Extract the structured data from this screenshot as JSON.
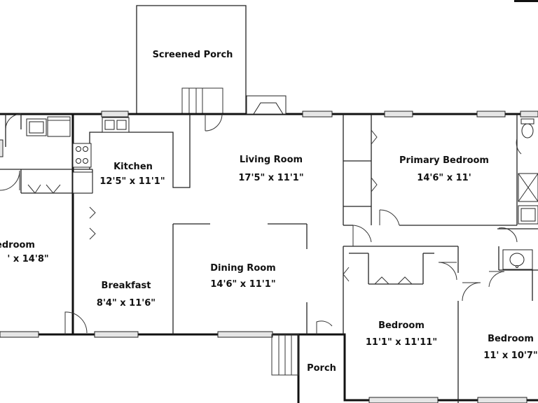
{
  "rooms": [
    {
      "id": "screened-porch",
      "label": "Screened Porch",
      "dims": ""
    },
    {
      "id": "kitchen",
      "label": "Kitchen",
      "dims": "12'5\" x 11'1\""
    },
    {
      "id": "living-room",
      "label": "Living Room",
      "dims": "17'5\" x 11'1\""
    },
    {
      "id": "primary-bedroom",
      "label": "Primary Bedroom",
      "dims": "14'6\" x 11'"
    },
    {
      "id": "bedroom-west",
      "label": "edroom",
      "dims": "' x 14'8\""
    },
    {
      "id": "breakfast",
      "label": "Breakfast",
      "dims": "8'4\" x 11'6\""
    },
    {
      "id": "dining-room",
      "label": "Dining Room",
      "dims": "14'6\" x 11'1\""
    },
    {
      "id": "bedroom-middle",
      "label": "Bedroom",
      "dims": "11'1\" x 11'11\""
    },
    {
      "id": "bedroom-east",
      "label": "Bedroom",
      "dims": "11' x 10'7\""
    },
    {
      "id": "porch",
      "label": "Porch",
      "dims": ""
    }
  ],
  "colors": {
    "wall": "#111111",
    "background": "#ffffff",
    "window_fill": "#e6e6e6"
  }
}
